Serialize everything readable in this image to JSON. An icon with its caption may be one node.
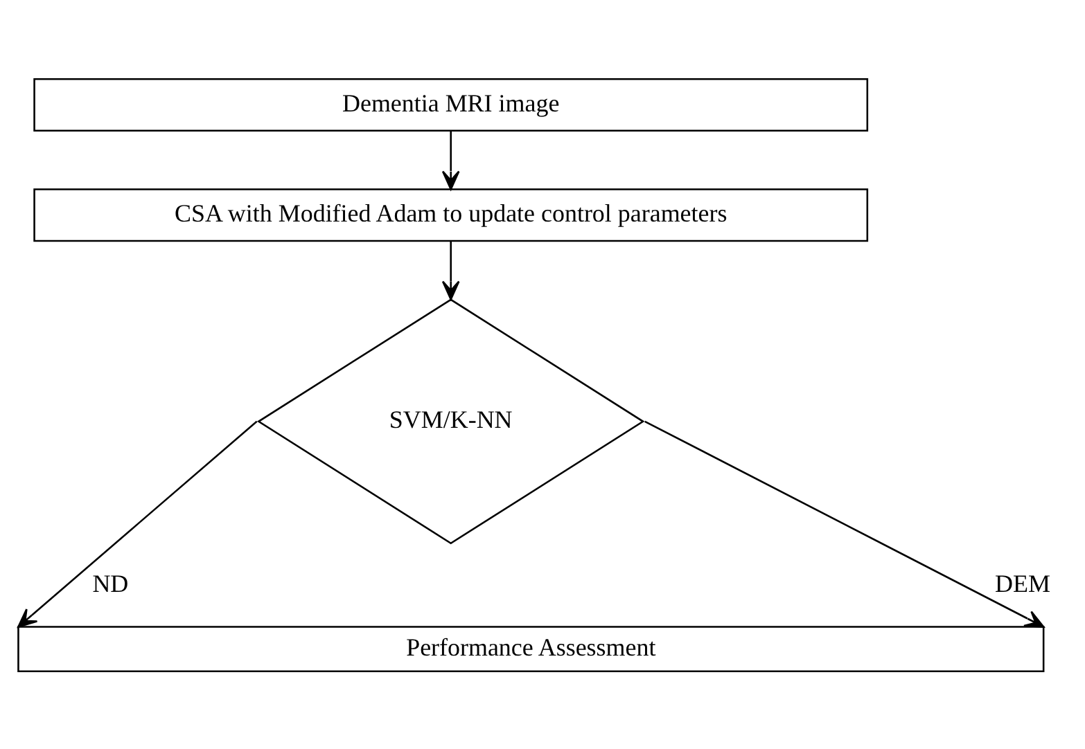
{
  "diagram": {
    "nodes": [
      {
        "text": [
          "Dementia MRI image"
        ]
      },
      {
        "text": [
          "CSA with Modified Adam to update control parameters"
        ]
      },
      {
        "text": [
          "SVM/K-NN"
        ]
      },
      {
        "text": [
          "Performance Assessment"
        ]
      }
    ],
    "edges": [
      {
        "from": 0,
        "to": 1,
        "arrow": "to"
      },
      {
        "from": 1,
        "to": 2,
        "arrow": "to"
      },
      {
        "from": 2,
        "to": 3,
        "arrow": "to",
        "label": "ND"
      },
      {
        "from": 2,
        "to": 3,
        "arrow": "to",
        "label": "DEM"
      }
    ]
  }
}
